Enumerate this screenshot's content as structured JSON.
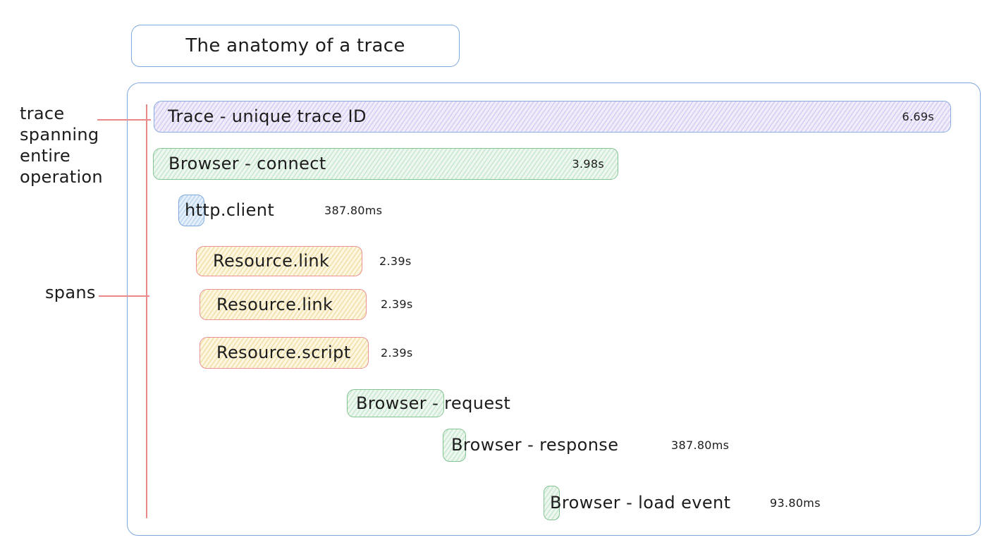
{
  "title": "The anatomy of a trace",
  "annotations": {
    "trace_note": {
      "lines": [
        "trace",
        "spanning",
        "entire",
        "operation"
      ]
    },
    "spans_note": {
      "label": "spans"
    }
  },
  "trace": {
    "label": "Trace - unique trace ID",
    "duration": "6.69s"
  },
  "spans": [
    {
      "label": "Browser - connect",
      "duration": "3.98s",
      "color": "green"
    },
    {
      "label": "http.client",
      "duration": "387.80ms",
      "color": "blue"
    },
    {
      "label": "Resource.link",
      "duration": "2.39s",
      "color": "yellow"
    },
    {
      "label": "Resource.link",
      "duration": "2.39s",
      "color": "yellow"
    },
    {
      "label": "Resource.script",
      "duration": "2.39s",
      "color": "yellow"
    },
    {
      "label": "Browser - request",
      "duration": "",
      "color": "green"
    },
    {
      "label": "Browser - response",
      "duration": "387.80ms",
      "color": "green"
    },
    {
      "label": "Browser - load event",
      "duration": "93.80ms",
      "color": "green"
    }
  ],
  "colors": {
    "ink": "#1c1c1c",
    "outline_blue": "#7fa9dc",
    "trace_border": "#8bade2",
    "trace_fill": "#f0ecfa",
    "trace_stripe": "#d6cbf2",
    "green_border": "#86c494",
    "green_fill": "#edf7ef",
    "green_stripe": "#c4e7cd",
    "blue_fill": "#e7f0fa",
    "blue_stripe": "#bcd8f1",
    "red_border": "#e99394",
    "yellow_fill": "#fdf6e0",
    "yellow_stripe": "#f1dfa8",
    "annotation_red": "#e98989"
  }
}
